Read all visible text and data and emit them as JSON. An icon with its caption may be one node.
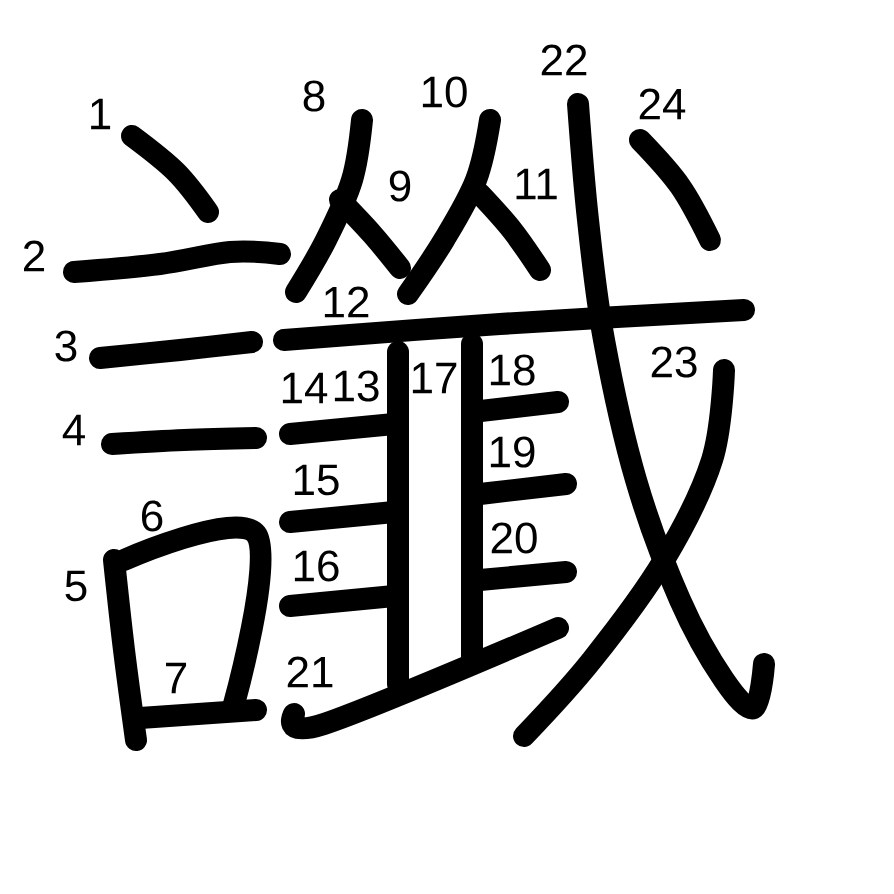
{
  "diagram": {
    "labels": [
      "1",
      "2",
      "3",
      "4",
      "5",
      "6",
      "7",
      "8",
      "9",
      "10",
      "11",
      "12",
      "13",
      "14",
      "15",
      "16",
      "17",
      "18",
      "19",
      "20",
      "21",
      "22",
      "23",
      "24"
    ]
  }
}
